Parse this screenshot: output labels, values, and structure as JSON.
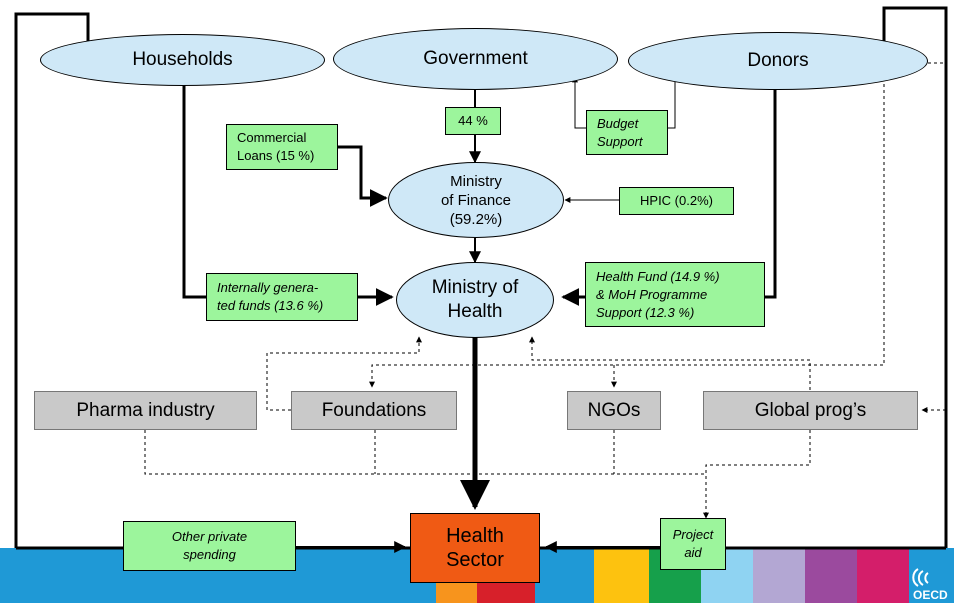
{
  "nodes": {
    "households": "Households",
    "government": "Government",
    "donors": "Donors",
    "ministry_of_finance": "Ministry\nof Finance\n(59.2%)",
    "ministry_of_health": "Ministry of\nHealth",
    "health_sector": "Health\nSector"
  },
  "labels": {
    "gov_share": "44 %",
    "commercial_loans": "Commercial\nLoans (15 %)",
    "budget_support": "Budget\nSupport",
    "hpic": "HPIC (0.2%)",
    "internally_generated": "Internally genera-\nted funds (13.6 %)",
    "health_fund": "Health Fund (14.9 %)\n& MoH Programme\nSupport (12.3 %)",
    "other_private": "Other private\nspending",
    "project_aid": "Project\naid"
  },
  "actors": {
    "pharma": "Pharma industry",
    "foundations": "Foundations",
    "ngos": "NGOs",
    "global": "Global prog’s"
  },
  "logo": {
    "text": "OECD"
  },
  "colors": {
    "ellipse_fill": "#cfe8f7",
    "label_fill": "#9cf59c",
    "actor_fill": "#c9c9c9",
    "health_sector_fill": "#f05a14"
  }
}
